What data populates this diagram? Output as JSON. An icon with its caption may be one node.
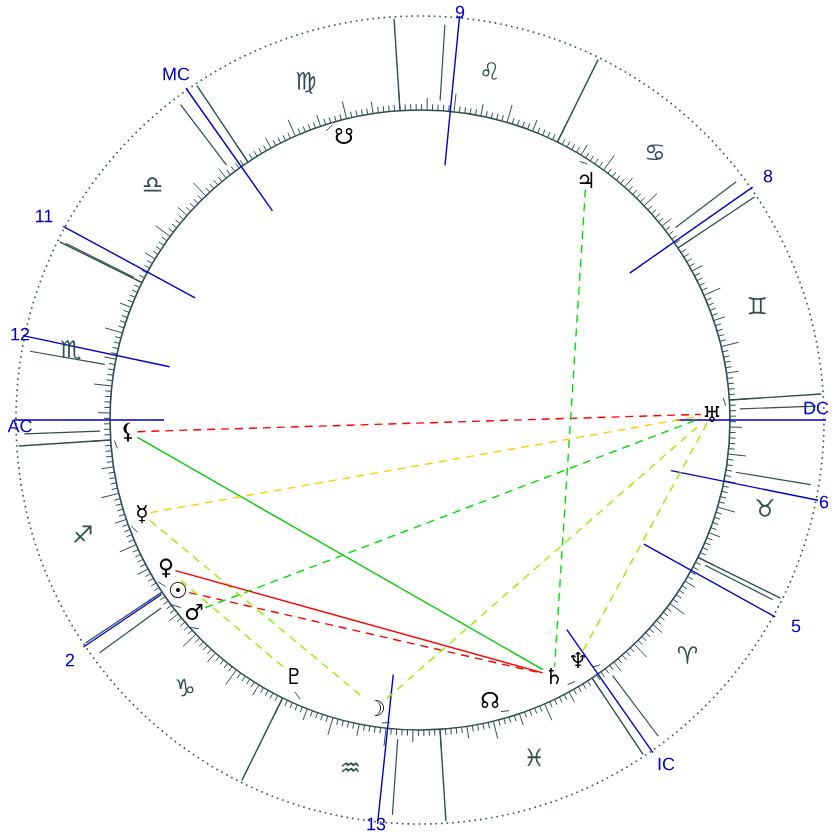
{
  "diagram": {
    "nodes": [
      {
        "text": [
          "☋"
        ]
      },
      {
        "text": [
          "♃"
        ]
      },
      {
        "text": [
          "♅"
        ]
      },
      {
        "text": [
          "⚸"
        ]
      },
      {
        "text": [
          "☿"
        ]
      },
      {
        "text": [
          "♀"
        ]
      },
      {
        "text": [
          "☉"
        ]
      },
      {
        "text": [
          "♂"
        ]
      },
      {
        "text": [
          "♇"
        ]
      },
      {
        "text": [
          "☽"
        ]
      },
      {
        "text": [
          "☊"
        ]
      },
      {
        "text": [
          "♄"
        ]
      },
      {
        "text": [
          "♆"
        ]
      }
    ],
    "edges": [
      {
        "from": 3,
        "to": 2,
        "arrow": "none",
        "style": "dashed",
        "color": "#ff0000"
      },
      {
        "from": 3,
        "to": 11,
        "arrow": "none",
        "color": "#00cc00"
      },
      {
        "from": 4,
        "to": 2,
        "arrow": "none",
        "style": "dashed",
        "color": "#ffcc00"
      },
      {
        "from": 4,
        "to": 9,
        "arrow": "none",
        "style": "dashed",
        "color": "#99ee00"
      },
      {
        "from": 5,
        "to": 11,
        "arrow": "none",
        "color": "#ff0000"
      },
      {
        "from": 6,
        "to": 11,
        "arrow": "none",
        "style": "dashed",
        "color": "#ff0000"
      },
      {
        "from": 7,
        "to": 2,
        "arrow": "none",
        "style": "dashed",
        "color": "#00dd00"
      },
      {
        "from": 1,
        "to": 11,
        "arrow": "none",
        "style": "dashed",
        "color": "#00dd00"
      },
      {
        "from": 8,
        "to": 5,
        "arrow": "none",
        "style": "dashed",
        "color": "#99ee00"
      },
      {
        "from": 9,
        "to": 2,
        "arrow": "none",
        "style": "dashed",
        "color": "#99ee00"
      },
      {
        "from": 12,
        "to": 2,
        "arrow": "none",
        "style": "dashed",
        "color": "#99ee00"
      }
    ],
    "labels": [
      "9",
      "♍",
      "♌",
      "MC",
      "♋",
      "♎",
      "8",
      "11",
      "♊",
      "♏",
      "12",
      "DC",
      "AC",
      "♉",
      "6",
      "♐",
      "5",
      "2",
      "♈",
      "♑",
      "IC",
      "♓",
      "♒",
      "13"
    ]
  }
}
